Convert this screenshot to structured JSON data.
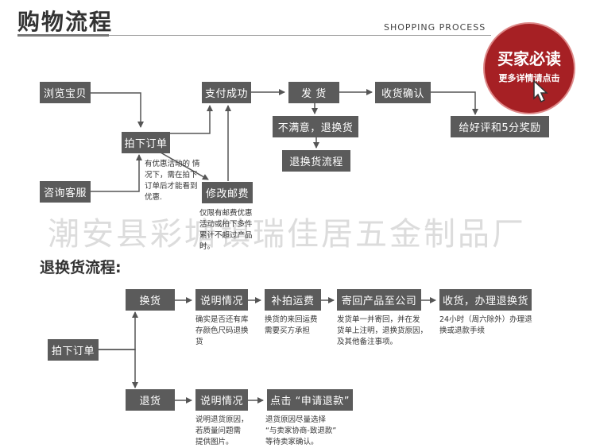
{
  "header": {
    "title": "购物流程",
    "subtitle": "SHOPPING PROCESS"
  },
  "badge": {
    "title": "买家必读",
    "subtitle": "更多详情请点击"
  },
  "watermark": "潮安县彩塘镇瑞佳居五金制品厂",
  "shopping_flow": {
    "browse": "浏览宝贝",
    "consult": "咨询客服",
    "order": "拍下订单",
    "pay_success": "支付成功",
    "ship": "发  货",
    "confirm": "收货确认",
    "review": "给好评和5分奖励",
    "unsatisfied": "不满意，退换货",
    "return_process": "退换货流程",
    "modify_postage": "修改邮费",
    "note_discount": [
      "有优惠活动的 情",
      "况下，需在拍下",
      "订单后才能看到",
      "优惠."
    ],
    "note_postage": [
      "仅限有邮费优惠",
      "活动或拍下多件",
      "累计不超过产品",
      "时。"
    ]
  },
  "return_flow": {
    "title": "退换货流程:",
    "order": "拍下订单",
    "exchange": "换货",
    "explain1": "说明情况",
    "pay_shipping": "补拍运费",
    "send_back": "寄回产品至公司",
    "receive": "收货，办理退换货",
    "refund": "退货",
    "explain2": "说明情况",
    "apply_refund": "点击 “申请退款”",
    "note_explain1": [
      "确实是否还有库",
      "存颜色尺码退换",
      "货"
    ],
    "note_pay_shipping": [
      "换货的来回运费",
      "需要买方承担"
    ],
    "note_send_back": [
      "发货单一并寄回，并在发",
      "货单上注明，退换货原因，",
      "及其他备注事项。"
    ],
    "note_receive": [
      "24小时（周六除外）办理退",
      "换或退款手续"
    ],
    "note_explain2": [
      "说明退货原因，",
      "若质量问题需",
      "提供图片。"
    ],
    "note_apply": [
      "退货原因尽量选择",
      "“与卖家协商-致退款”",
      "等待卖家确认。"
    ]
  },
  "colors": {
    "box": "#5b5b5b",
    "badge": "#a62024",
    "watermark": "#dcdcdc"
  }
}
